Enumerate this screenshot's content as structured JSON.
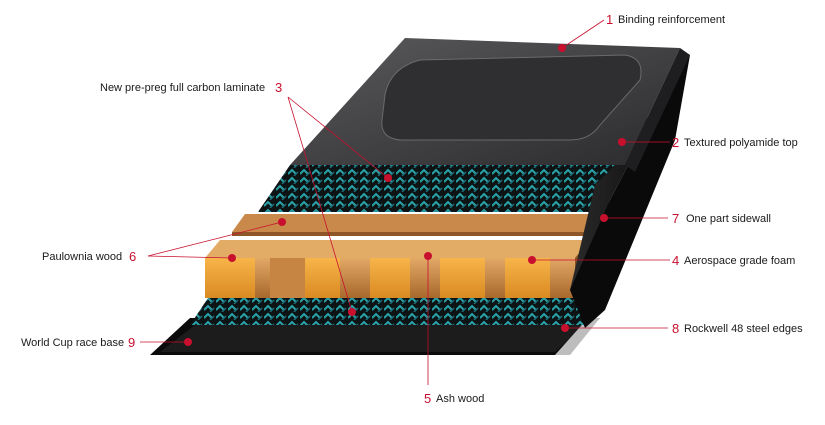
{
  "diagram": {
    "callouts": [
      {
        "num": "1",
        "label": "Binding reinforcement"
      },
      {
        "num": "2",
        "label": "Textured polyamide top"
      },
      {
        "num": "3",
        "label": "New pre-preg full carbon laminate"
      },
      {
        "num": "4",
        "label": "Aerospace grade foam"
      },
      {
        "num": "5",
        "label": "Ash wood"
      },
      {
        "num": "6",
        "label": "Paulownia wood"
      },
      {
        "num": "7",
        "label": "One part sidewall"
      },
      {
        "num": "8",
        "label": "Rockwell 48 steel edges"
      },
      {
        "num": "9",
        "label": "World Cup race base"
      }
    ],
    "colors": {
      "accent": "#c8102e",
      "top": "#3b3b3d",
      "carbon": "#1f8a8f",
      "wood": "#d79a4e",
      "foam": "#f0a43a",
      "base": "#151515"
    }
  }
}
